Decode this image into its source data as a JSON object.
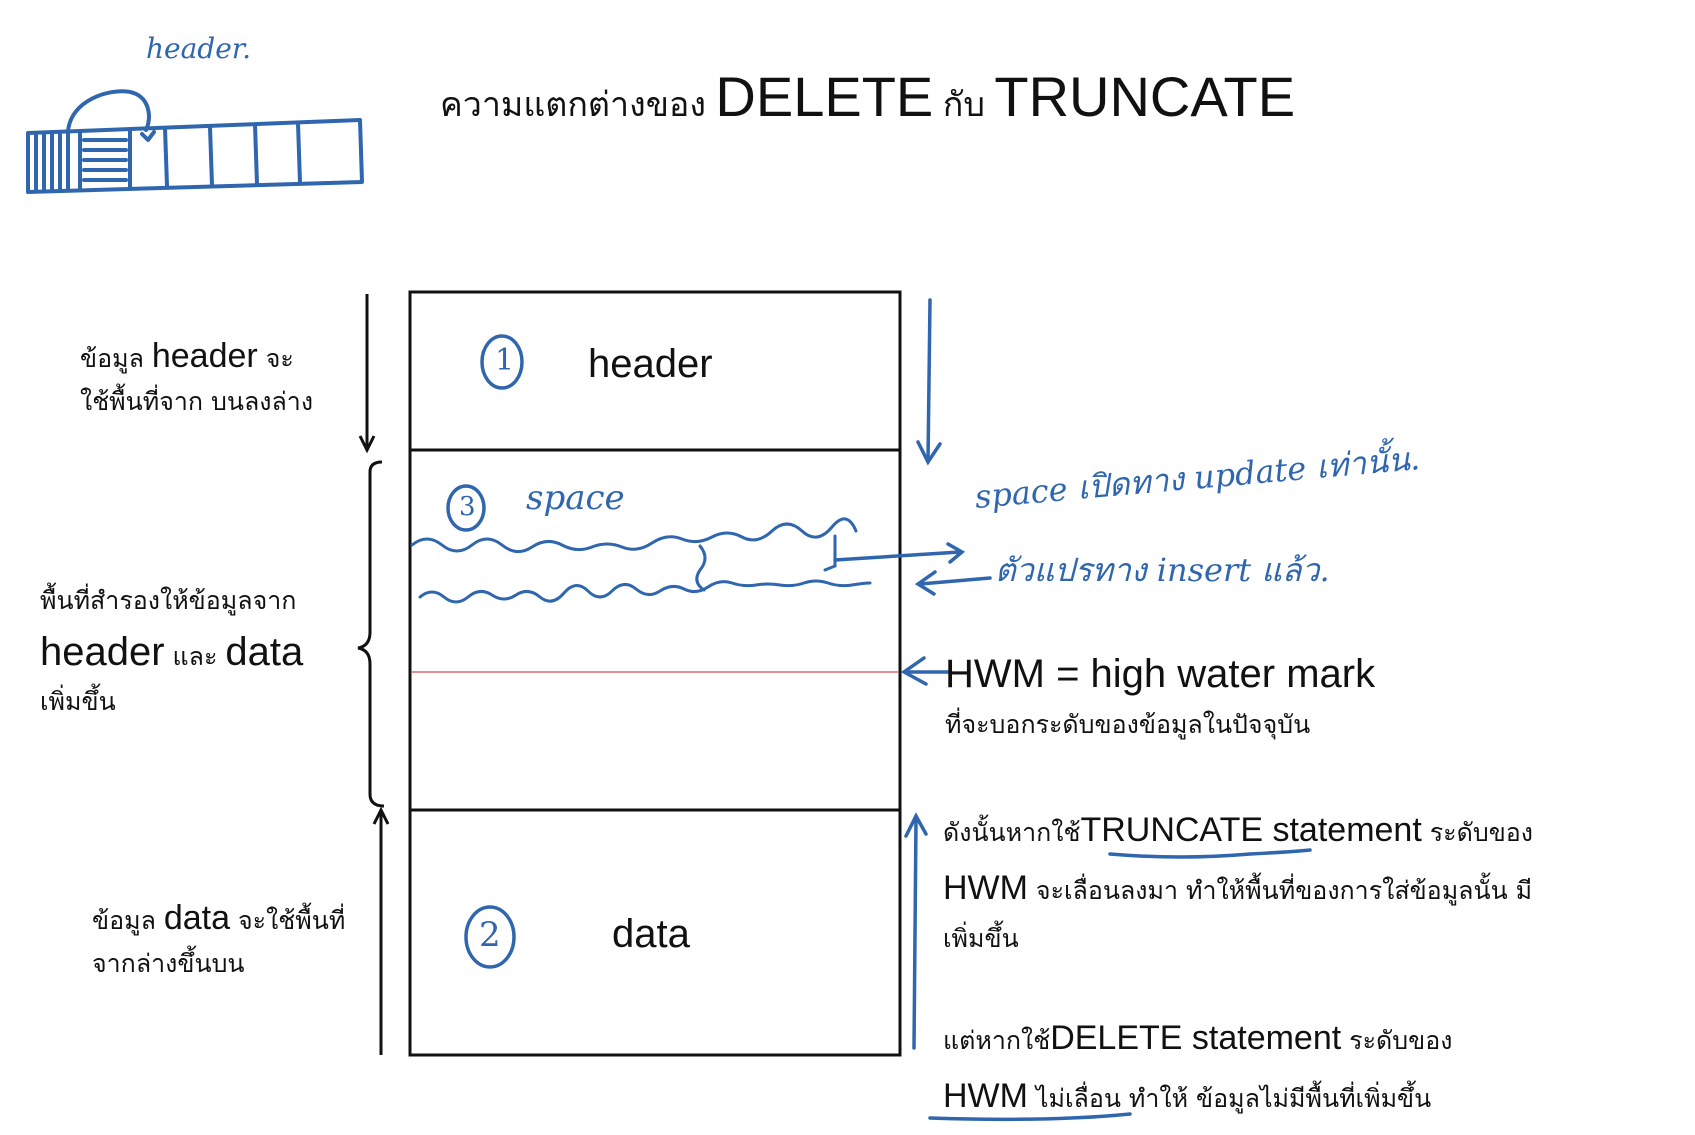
{
  "title": {
    "prefix": "ความแตกต่างของ",
    "kw1": "DELETE",
    "mid": "กับ",
    "kw2": "TRUNCATE"
  },
  "sketch_label": "header.",
  "left_labels": {
    "header_note": {
      "l1a": "ข้อมูล",
      "l1en": "header",
      "l1b": "จะ",
      "l2": "ใช้พื้นที่จาก บนลงล่าง"
    },
    "reserve_note": {
      "l1": "พื้นที่สำรองให้ข้อมูลจาก",
      "l2a": "header",
      "l2b": "และ",
      "l2c": "data",
      "l3": "เพิ่มขึ้น"
    },
    "data_note": {
      "l1a": "ข้อมูล",
      "l1en": "data",
      "l1b": "จะใช้พื้นที่",
      "l2": "จากล่างขึ้นบน"
    }
  },
  "blocks": {
    "header": {
      "num": "1",
      "label": "header"
    },
    "space": {
      "num": "3",
      "label": "space"
    },
    "data": {
      "num": "2",
      "label": "data"
    }
  },
  "annotations": {
    "space_note": "space เปิดทาง update เท่านั้น.",
    "insert_note": "ตัวแปรทาง insert แล้ว.",
    "hwm_def": "HWM =  high water mark",
    "hwm_desc": "ที่จะบอกระดับของข้อมูลในปัจจุบัน",
    "truncate": {
      "a": "ดังนั้นหากใช้",
      "kw": "TRUNCATE statement",
      "b": "ระดับของ",
      "hwm": "HWM",
      "c": "จะเลื่อนลงมา ทำให้พื้นที่ของการใส่ข้อมูลนั้น มี",
      "d": "เพิ่มขึ้น"
    },
    "delete": {
      "a": "แต่หากใช้",
      "kw": "DELETE statement",
      "b": "ระดับของ",
      "hwm": "HWM",
      "c": "ไม่เลื่อน",
      "d": "ทำให้ ข้อมูลไม่มีพื้นที่เพิ่มขึ้น"
    }
  },
  "colors": {
    "ink": "#2f66ad",
    "hwm_line": "#e08f95",
    "black": "#111111"
  }
}
